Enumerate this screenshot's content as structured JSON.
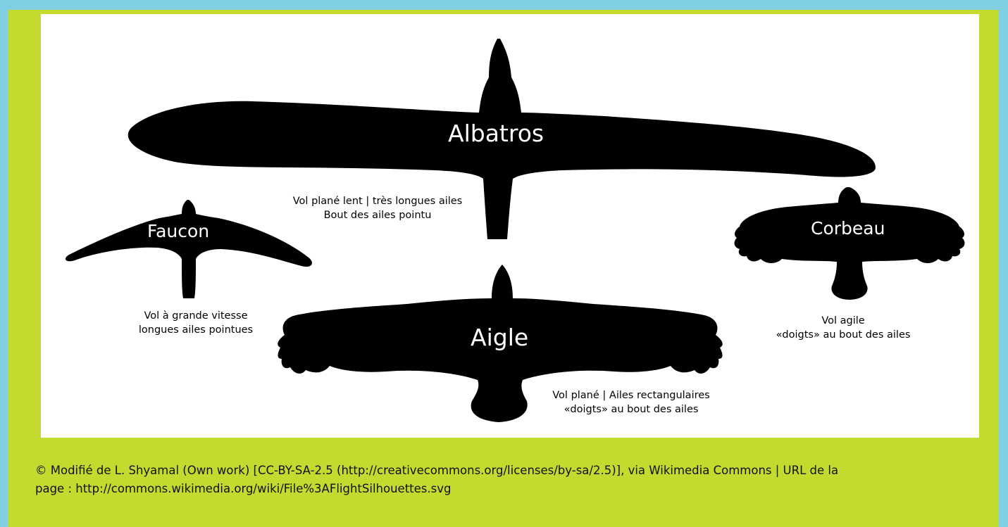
{
  "birds": {
    "albatros": {
      "name": "Albatros",
      "caption": [
        "Vol plané lent | très longues ailes",
        "Bout des ailes pointu"
      ]
    },
    "faucon": {
      "name": "Faucon",
      "caption": [
        "Vol à grande vitesse",
        "longues ailes pointues"
      ]
    },
    "aigle": {
      "name": "Aigle",
      "caption": [
        "Vol plané | Ailes rectangulaires",
        "«doigts» au bout des ailes"
      ]
    },
    "corbeau": {
      "name": "Corbeau",
      "caption": [
        "Vol agile",
        "«doigts» au bout des ailes"
      ]
    }
  },
  "credit": [
    "© Modifié de L. Shyamal (Own work) [CC-BY-SA-2.5 (http://creativecommons.org/licenses/by-sa/2.5)], via Wikimedia Commons | URL de la",
    "page : http://commons.wikimedia.org/wiki/File%3AFlightSilhouettes.svg"
  ],
  "colors": {
    "frame": "#c4da2e",
    "background": "#7fd0e3",
    "silhouette": "#000000",
    "panel": "#ffffff"
  }
}
